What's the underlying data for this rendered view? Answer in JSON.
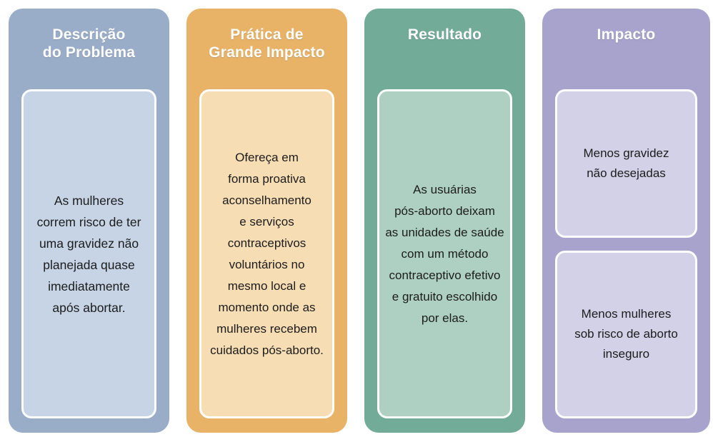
{
  "diagram": {
    "title_text_color": "#ffffff",
    "body_text_color": "#1c1c1c",
    "background": "#ffffff",
    "columns": [
      {
        "id": "descricao-do-problema",
        "title": "Descrição\ndo Problema",
        "header_color": "#9aadc8",
        "card_color": "#c6d4e6",
        "cards": [
          {
            "text": "As mulheres\ncorrem risco de ter\numa gravidez não\nplanejada quase\nimediatamente\napós abortar."
          }
        ]
      },
      {
        "id": "pratica-de-grande-impacto",
        "title": "Prática de\nGrande Impacto",
        "header_color": "#e8b367",
        "card_color": "#f7ddb4",
        "cards": [
          {
            "text": "Ofereça em\nforma proativa\naconselhamento\ne serviços\ncontraceptivos\nvoluntários no\nmesmo local e\nmomento onde as\nmulheres recebem\ncuidados pós-aborto."
          }
        ]
      },
      {
        "id": "resultado",
        "title": "Resultado",
        "header_color": "#73ab99",
        "card_color": "#aed0c3",
        "cards": [
          {
            "text": "As usuárias\npós-aborto deixam\nas unidades de saúde\ncom um método\ncontraceptivo efetivo\ne gratuito escolhido\npor elas."
          }
        ]
      },
      {
        "id": "impacto",
        "title": "Impacto",
        "header_color": "#a7a3cc",
        "card_color": "#d3d1e7",
        "cards": [
          {
            "text": "Menos gravidez\nnão desejadas"
          },
          {
            "text": "Menos mulheres\nsob risco de aborto\ninseguro"
          }
        ]
      }
    ]
  }
}
